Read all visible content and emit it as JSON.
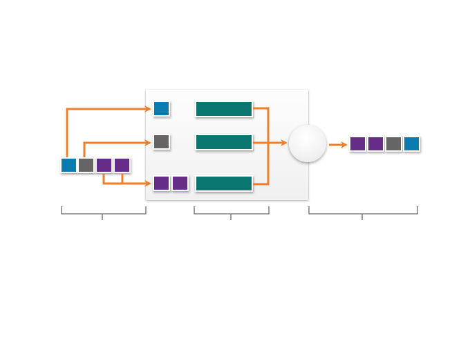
{
  "diagram": {
    "title": "",
    "colors": {
      "blue": "#0a7bb0",
      "gray": "#666464",
      "purple": "#652d87",
      "teal": "#0a7670",
      "arrow": "#f07f2a",
      "bracket": "#6a6a6a",
      "panel": "#f4f4f4"
    },
    "input_sequence": [
      "blue",
      "gray",
      "purple",
      "purple"
    ],
    "routes": [
      {
        "items": [
          "blue"
        ],
        "processor": "teal"
      },
      {
        "items": [
          "gray"
        ],
        "processor": "teal"
      },
      {
        "items": [
          "purple",
          "purple"
        ],
        "processor": "teal"
      }
    ],
    "merge_node": "circle",
    "output_sequence": [
      "purple",
      "purple",
      "gray",
      "blue"
    ],
    "brackets": [
      {
        "label": ""
      },
      {
        "label": ""
      },
      {
        "label": ""
      }
    ]
  }
}
